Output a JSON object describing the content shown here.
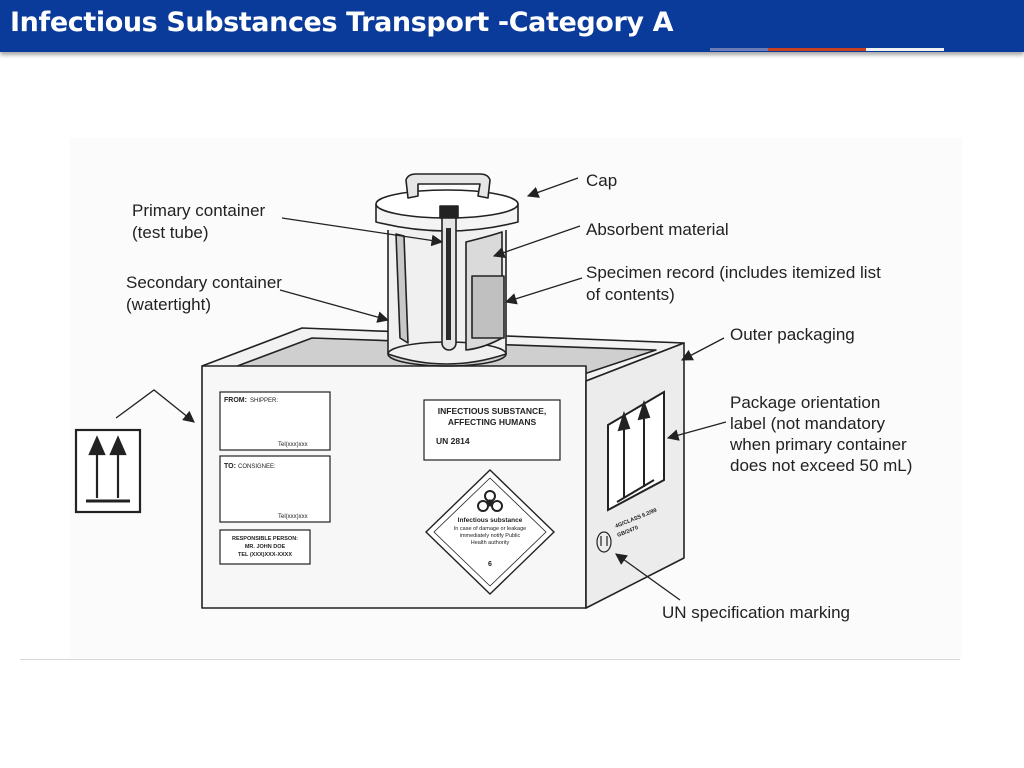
{
  "header": {
    "title": "Infectious Substances Transport -Category A",
    "bar_color": "#0a3a9a"
  },
  "diagram": {
    "callouts": {
      "cap": "Cap",
      "primary_container": [
        "Primary container",
        "(test tube)"
      ],
      "absorbent_material": "Absorbent material",
      "secondary_container": [
        "Secondary container",
        "(watertight)"
      ],
      "specimen_record": [
        "Specimen record (includes itemized list",
        "of contents)"
      ],
      "outer_packaging": "Outer packaging",
      "orientation_label": [
        "Package orientation",
        "label (not mandatory",
        "when primary container",
        "does not exceed 50 mL)"
      ],
      "un_marking": "UN specification marking"
    },
    "box_labels": {
      "from": "FROM:",
      "shipper": "SHIPPER:",
      "from_tel": "Tel(xxx)xxx",
      "to": "TO:",
      "consignee": "CONSIGNEE:",
      "to_tel": "Tel(xxx)xxx",
      "responsible": [
        "RESPONSIBLE PERSON:",
        "MR. JOHN DOE",
        "TEL (XXX)XXX-XXXX"
      ],
      "infectious_label": [
        "INFECTIOUS SUBSTANCE,",
        "AFFECTING HUMANS",
        "UN 2814"
      ],
      "diamond_text": [
        "Infectious substance",
        "In case of damage or leakage",
        "immediately notify Public",
        "Health authority"
      ],
      "diamond_class": "6",
      "un_code": [
        "4G/CLASS 6.2/99",
        "GB/2470"
      ]
    }
  }
}
